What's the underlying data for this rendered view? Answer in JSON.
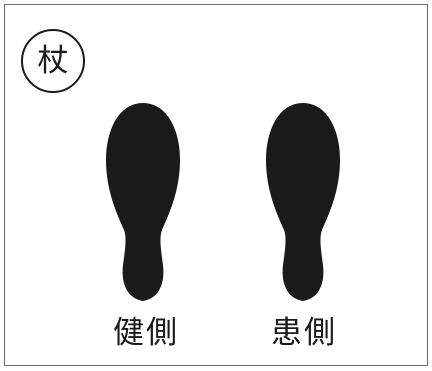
{
  "badge": {
    "label": "杖"
  },
  "labels": {
    "healthy_side": "健側",
    "affected_side": "患側"
  },
  "colors": {
    "footprint": "#1a1a1a",
    "frame": "#6b6b6b"
  },
  "icons": {
    "left_foot": "healthy-footprint-icon",
    "right_foot": "affected-footprint-icon"
  }
}
